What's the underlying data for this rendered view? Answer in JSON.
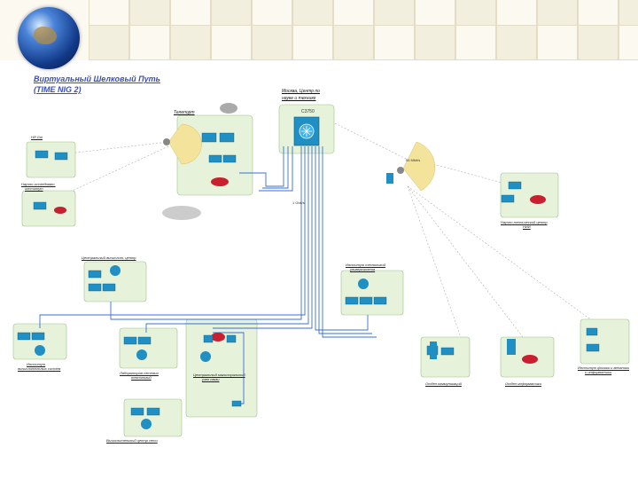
{
  "header": {
    "title_line1": "Виртуальный Шелковый Путь",
    "title_line2": "(TIME NIG 2)"
  },
  "labels": {
    "teleport": "Телепорт",
    "top_node": "Москва, Центр по",
    "top_node2": "науке и технике",
    "c3750": "C3750",
    "speed_left": "1 Gbit/s",
    "speed_right": "54 Mbit/s",
    "site_topleft": "НЯ Gol",
    "site_left_mid1": "Научно-исследоват.",
    "site_left_mid2": "институт",
    "site_right_top1": "Научно-технический центр",
    "site_right_top2": "НИИ",
    "site_mid_left": "Центральный вычислит. центр",
    "site_mid_right1": "Институт технологий",
    "site_mid_right2": "университета",
    "site_bottom_left1": "Институт",
    "site_bottom_left2": "вычислительных систем",
    "site_bottom_mid1": "Лаборатория сетевых",
    "site_bottom_mid2": "технологий",
    "site_center1": "Центральный магистральный",
    "site_center2": "узел связи",
    "site_bottom_right1": "Отдел коммуникаций",
    "site_bottom_right2": "Отдел информатики",
    "site_far_right1": "Институт физики и механики",
    "site_far_right2": "и информатики",
    "site_bottom1": "Вычислительный центр сети"
  },
  "colors": {
    "link_blue": "#3a6fd8",
    "site_green": "#e6f2d9",
    "device_teal": "#1f8fc4",
    "router_red": "#c8202e",
    "satellite_fan": "#f4e39a"
  }
}
